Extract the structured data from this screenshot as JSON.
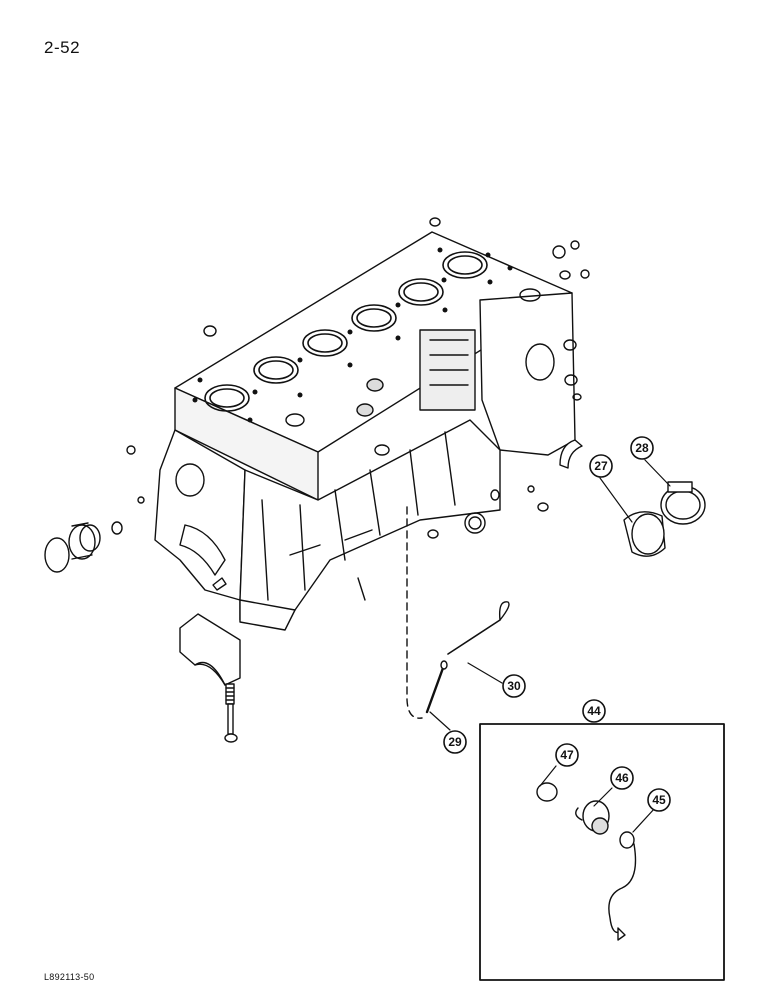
{
  "page": {
    "number": "2-52",
    "figure_code": "L892113-50"
  },
  "callouts": [
    {
      "id": "c27",
      "label": "27"
    },
    {
      "id": "c28",
      "label": "28"
    },
    {
      "id": "c29",
      "label": "29"
    },
    {
      "id": "c30",
      "label": "30"
    },
    {
      "id": "c44",
      "label": "44"
    },
    {
      "id": "c45",
      "label": "45"
    },
    {
      "id": "c46",
      "label": "46"
    },
    {
      "id": "c47",
      "label": "47"
    }
  ]
}
